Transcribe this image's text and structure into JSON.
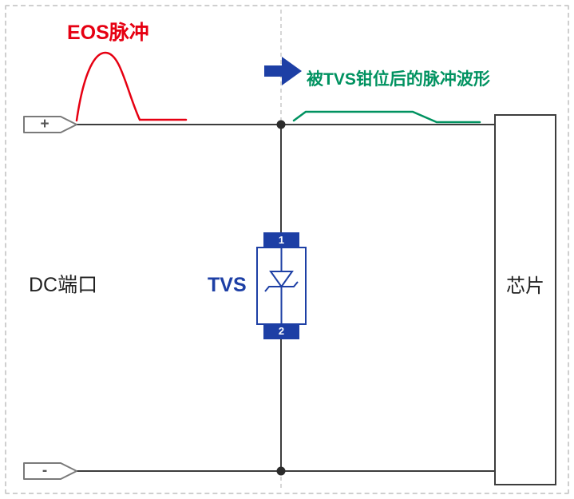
{
  "diagram": {
    "labels": {
      "eos_pulse": "EOS脉冲",
      "clamped_pulse": "被TVS钳位后的脉冲波形",
      "dc_port": "DC端口",
      "tvs": "TVS",
      "chip": "芯片"
    },
    "terminals": {
      "plus": "+",
      "minus": "-"
    },
    "pins": {
      "pin1": "1",
      "pin2": "2"
    },
    "colors": {
      "eos_red": "#e60012",
      "clamp_green": "#009260",
      "component_blue": "#1d3fa5",
      "wire_dark": "#3d3d3d",
      "frame_gray": "#cfcfcf"
    }
  }
}
